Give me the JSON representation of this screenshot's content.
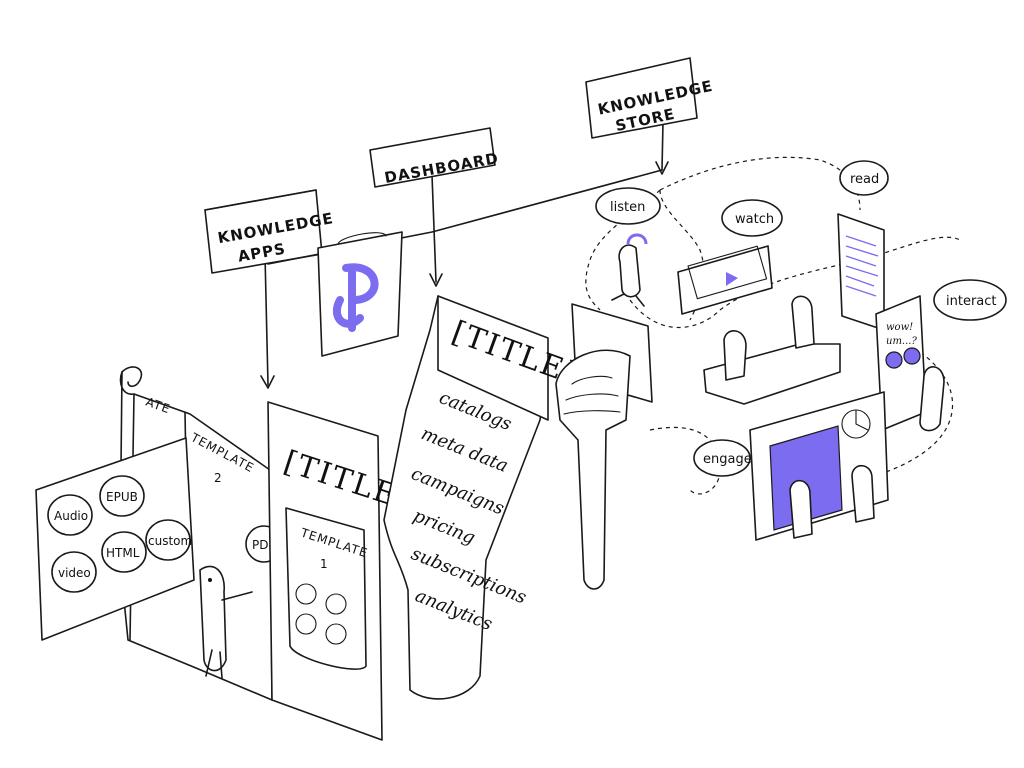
{
  "signs": {
    "knowledge_apps": [
      "KNOWLEDGE",
      "APPS"
    ],
    "dashboard": "DASHBOARD",
    "knowledge_store": [
      "KNOWLEDGE",
      "STORE"
    ]
  },
  "left_panel": {
    "header_fragment": "ATE",
    "template_label": "TEMPLATE",
    "template_number": "2",
    "chips": [
      "Audio",
      "EPUB",
      "video",
      "HTML",
      "custom"
    ],
    "pdf_chip": "PDF"
  },
  "template1_panel": {
    "title": "[TITLE]",
    "template_label": "TEMPLATE",
    "template_number": "1"
  },
  "scroll_panel": {
    "title": "[TITLE]",
    "items": [
      "catalogs",
      "meta data",
      "campaigns",
      "pricing",
      "subscriptions",
      "analytics"
    ]
  },
  "bubbles": {
    "listen": "listen",
    "watch": "watch",
    "read": "read",
    "interact": "interact",
    "engage": "engage"
  },
  "tablet_note": [
    "wow!",
    "um...?"
  ],
  "colors": {
    "accent": "#7b6cf0",
    "ink": "#1a1a1a"
  }
}
